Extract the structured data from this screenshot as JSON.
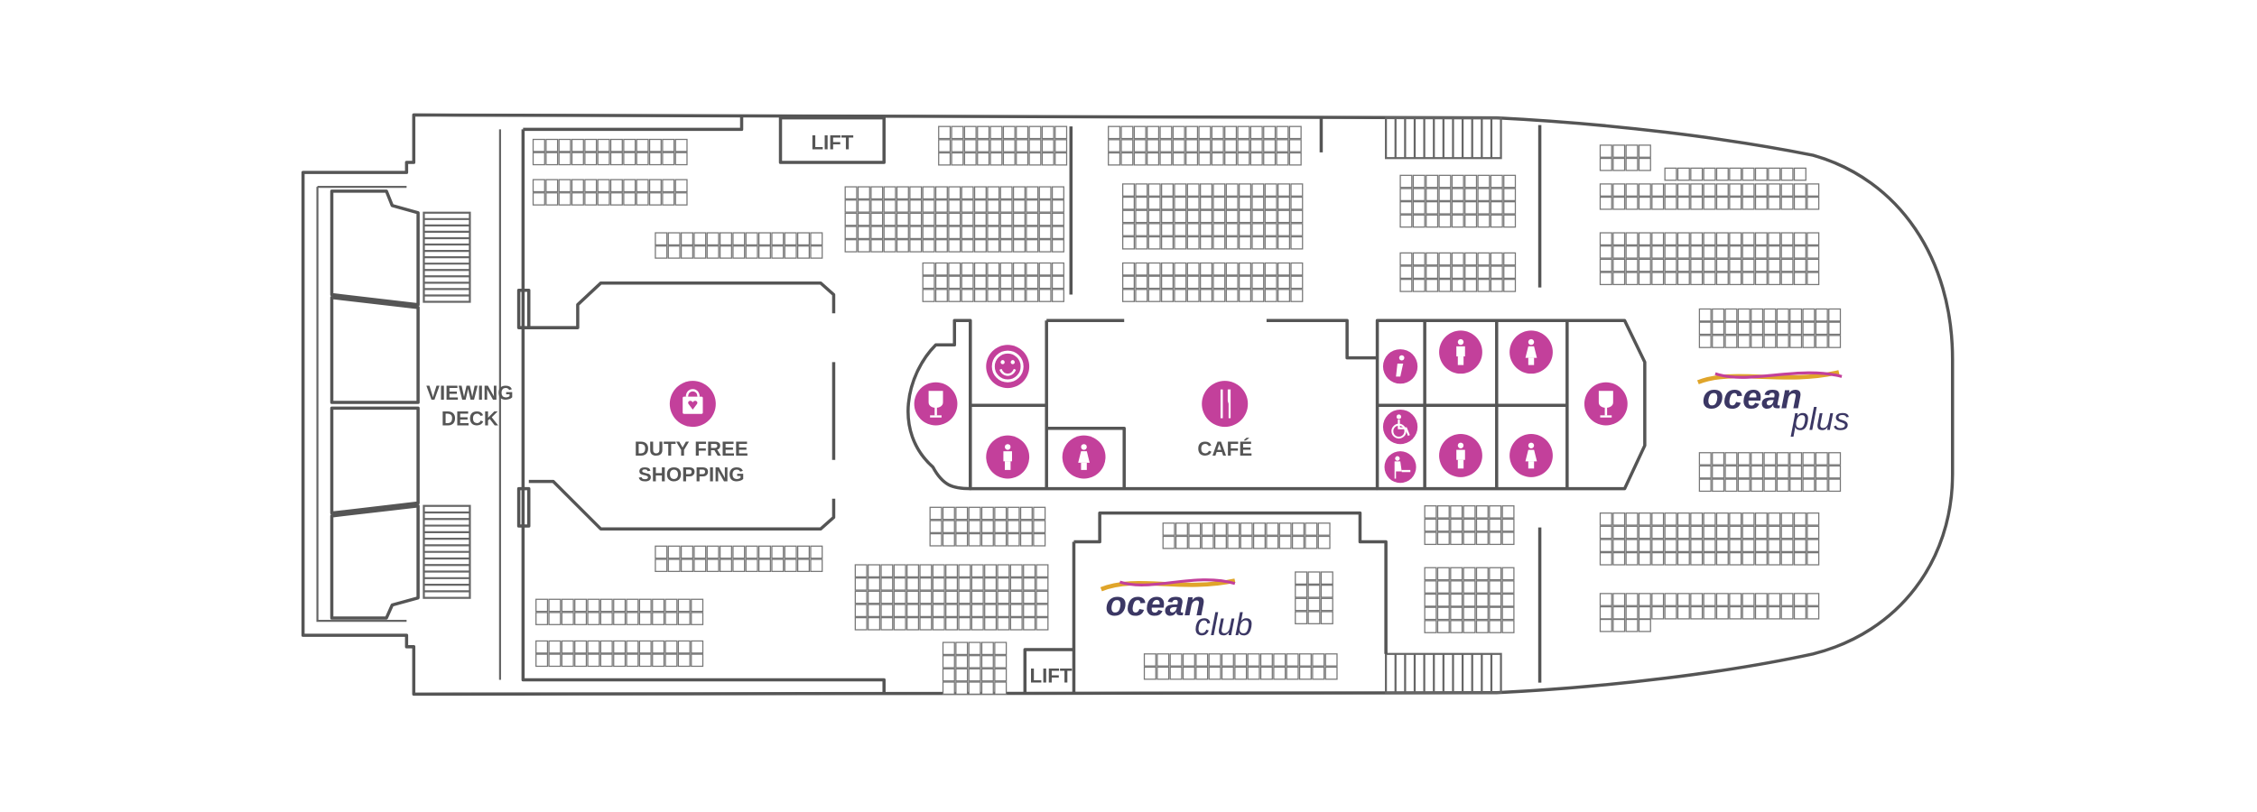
{
  "labels": {
    "viewing_deck_1": "VIEWING",
    "viewing_deck_2": "DECK",
    "duty_free_1": "DUTY FREE",
    "duty_free_2": "SHOPPING",
    "cafe": "CAFÉ",
    "lift_top": "LIFT",
    "lift_bottom": "LIFT"
  },
  "logos": {
    "ocean_club": {
      "main": "ocean",
      "sub": "club"
    },
    "ocean_plus": {
      "main": "ocean",
      "sub": "plus"
    }
  },
  "icons": [
    "shopping-bag-icon",
    "wine-glass-icon",
    "smiley-icon",
    "male-toilet-icon",
    "female-toilet-icon",
    "cutlery-icon",
    "info-icon",
    "wheelchair-icon",
    "baby-change-icon",
    "wine-glass-icon"
  ],
  "colors": {
    "accent": "#c3409b",
    "wall": "#555555",
    "logo": "#3b3764",
    "logo_gold": "#e0a52a"
  }
}
